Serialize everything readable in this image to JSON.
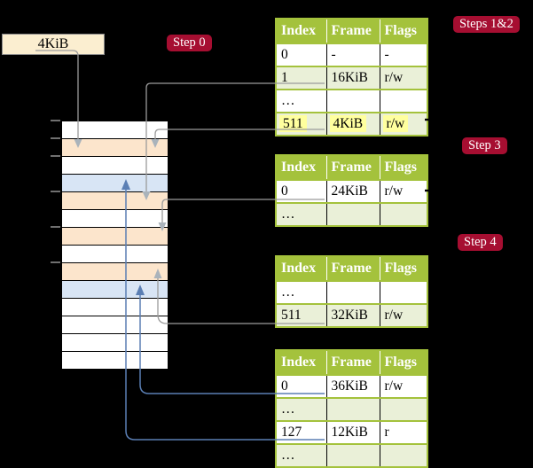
{
  "colors": {
    "green": "#a4c23c",
    "row_green": "#eaf0d8",
    "yellow": "#ffff9e",
    "peach": "#fce5cc",
    "blue_row": "#d8e5f5",
    "cream": "#fbeed0",
    "crimson": "#a60e31",
    "gray_line": "#9b9b9b",
    "gray_arrow": "#aab3bb",
    "blue_line": "#5b7fb4",
    "tick": "#8c8c8c",
    "box_border": "#8a8a8a"
  },
  "memory_box": {
    "label": "4KiB"
  },
  "badges": {
    "step0": "Step 0",
    "steps12": "Steps 1&2",
    "step3": "Step 3",
    "step4": "Step 4"
  },
  "page_tables": {
    "headers": [
      "Index",
      "Frame",
      "Flags"
    ],
    "tables": [
      {
        "id": "table-steps-1-2",
        "rows": [
          {
            "cells": [
              "0",
              "-",
              "-"
            ],
            "shaded": false,
            "highlighted": false
          },
          {
            "cells": [
              "1",
              "16KiB",
              "r/w"
            ],
            "shaded": true,
            "highlighted": false
          },
          {
            "cells": [
              "…",
              "",
              ""
            ],
            "shaded": false,
            "highlighted": false
          },
          {
            "cells": [
              "511",
              "4KiB",
              "r/w"
            ],
            "shaded": true,
            "highlighted": true
          }
        ]
      },
      {
        "id": "table-step-3",
        "rows": [
          {
            "cells": [
              "0",
              "24KiB",
              "r/w"
            ],
            "shaded": false,
            "highlighted": false
          },
          {
            "cells": [
              "…",
              "",
              ""
            ],
            "shaded": true,
            "highlighted": false
          }
        ]
      },
      {
        "id": "table-step-4a",
        "rows": [
          {
            "cells": [
              "…",
              "",
              ""
            ],
            "shaded": false,
            "highlighted": false
          },
          {
            "cells": [
              "511",
              "32KiB",
              "r/w"
            ],
            "shaded": true,
            "highlighted": false
          }
        ]
      },
      {
        "id": "table-step-4b",
        "rows": [
          {
            "cells": [
              "0",
              "36KiB",
              "r/w"
            ],
            "shaded": false,
            "highlighted": false
          },
          {
            "cells": [
              "…",
              "",
              ""
            ],
            "shaded": true,
            "highlighted": false
          },
          {
            "cells": [
              "127",
              "12KiB",
              "r"
            ],
            "shaded": false,
            "highlighted": false
          },
          {
            "cells": [
              "…",
              "",
              ""
            ],
            "shaded": true,
            "highlighted": false
          }
        ]
      }
    ]
  },
  "memory": {
    "rows": [
      "white",
      "peach",
      "white",
      "blue",
      "peach",
      "white",
      "peach",
      "white",
      "peach",
      "blue",
      "white",
      "white",
      "white",
      "white"
    ]
  }
}
